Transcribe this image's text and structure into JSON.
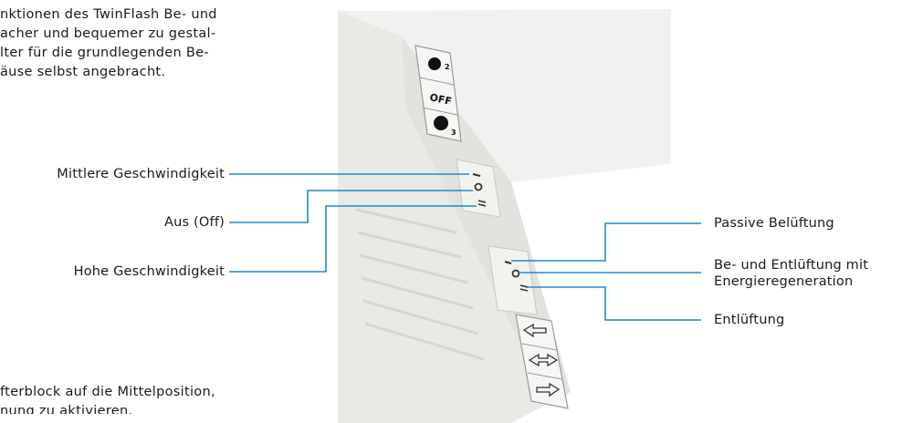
{
  "intro_lines": [
    "nktionen des TwinFlash Be- und",
    "acher und bequemer zu gestal-",
    "lter für die grundlegenden Be-",
    "äuse selbst angebracht."
  ],
  "bottom_lines": [
    "fterblock auf die Mittelposition,",
    "nung zu aktivieren."
  ],
  "left_labels": {
    "medium": "Mittlere Geschwindigkeit",
    "off": "Aus (Off)",
    "high": "Hohe Geschwindigkeit"
  },
  "right_labels": {
    "passive": "Passive Belüftung",
    "recovery_line1": "Be- und Entlüftung mit",
    "recovery_line2": "Energieregeneration",
    "exhaust": "Entlüftung"
  },
  "panel_labels": {
    "off_text": "OFF",
    "fan_speed_2": "2",
    "fan_speed_3": "3"
  },
  "colors": {
    "line": "#1e8bc8",
    "device_body": "#ececea",
    "device_shadow": "#d9d9d6"
  }
}
